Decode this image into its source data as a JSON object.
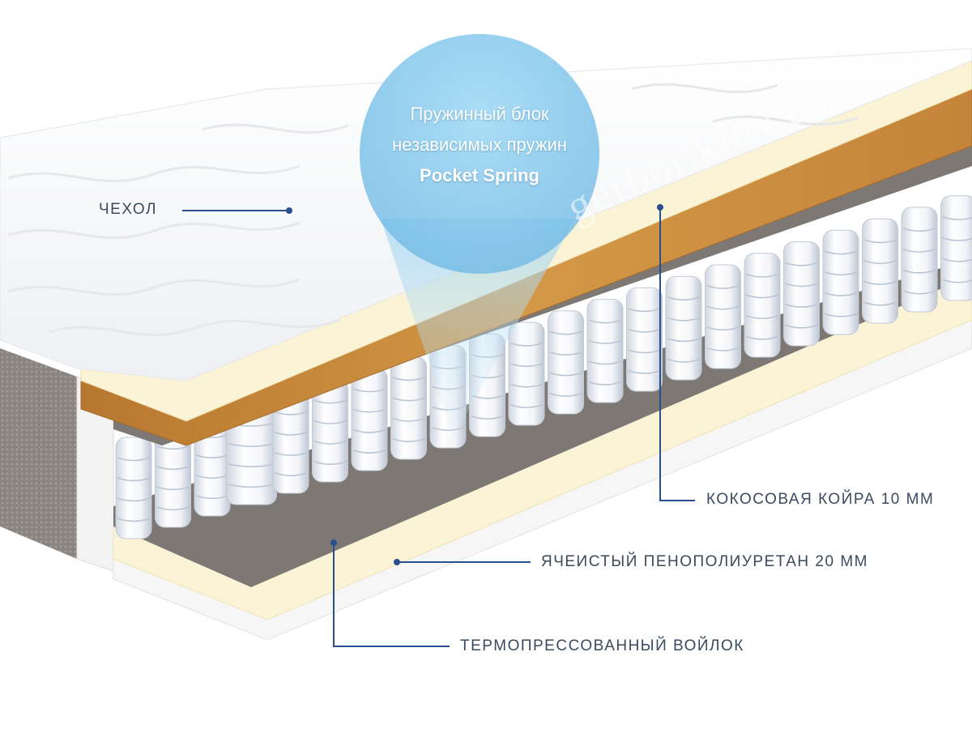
{
  "labels": {
    "cover": "ЧЕХОЛ",
    "coconut": "КОКОСОВАЯ КОЙРА 10 ММ",
    "foam": "ЯЧЕИСТЫЙ ПЕНОПОЛИУРЕТАН 20 ММ",
    "felt": "ТЕРМОПРЕССОВАННЫЙ ВОЙЛОК"
  },
  "bubble": {
    "line1": "Пружинный блок",
    "line2": "независимых пружин",
    "line3": "Pocket Spring"
  },
  "watermark": "gerbor.kiev.ua",
  "colors": {
    "label_text": "#3b4a5e",
    "leader_line": "#2a4f8f",
    "coconut": "#c98a3c",
    "foam": "#fbf3d6",
    "felt": "#7d7873",
    "spring": "#eef1f5",
    "bubble": "#8ccbed"
  }
}
